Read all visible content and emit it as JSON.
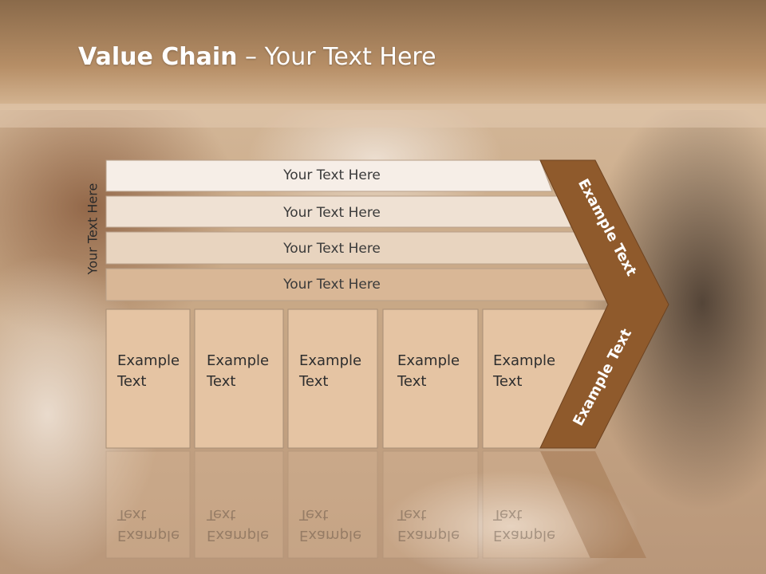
{
  "slide": {
    "title_bold": "Value Chain",
    "title_sep": " – ",
    "title_rest": "Your Text Here",
    "side_label": "Your Text Here"
  },
  "rows": [
    {
      "label": "Your Text Here",
      "color": "#f6eee7"
    },
    {
      "label": "Your Text Here",
      "color": "#efe1d3"
    },
    {
      "label": "Your Text Here",
      "color": "#e8d4bf"
    },
    {
      "label": "Your Text Here",
      "color": "#d9b796"
    }
  ],
  "cells": [
    {
      "line1": "Example",
      "line2": "Text"
    },
    {
      "line1": "Example",
      "line2": "Text"
    },
    {
      "line1": "Example",
      "line2": "Text"
    },
    {
      "line1": "Example",
      "line2": "Text"
    },
    {
      "line1": "Example",
      "line2": "Text"
    }
  ],
  "cell_color": "#e5c4a3",
  "chevron": {
    "upper_label": "Example Text",
    "lower_label": "Example Text",
    "color": "#8f5a2c"
  }
}
